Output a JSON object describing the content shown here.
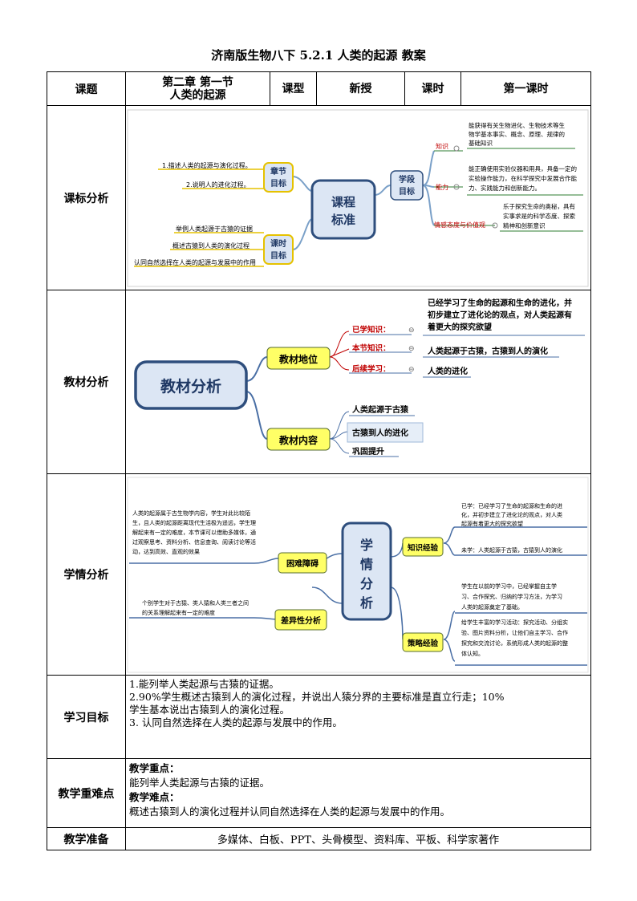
{
  "doc_title": "济南版生物八下  5.2.1  人类的起源  教案",
  "header": {
    "topic_label": "课题",
    "topic_value_line1": "第二章 第一节",
    "topic_value_line2": "人类的起源",
    "type_label": "课型",
    "type_value": "新授",
    "period_label": "课时",
    "period_value": "第一课时"
  },
  "curriculum": {
    "row_label": "课标分析",
    "center": [
      "课程",
      "标准"
    ],
    "chapter_goal": [
      "章节",
      "目标"
    ],
    "lesson_goal": [
      "课时",
      "目标"
    ],
    "stage_goal": [
      "学段",
      "目标"
    ],
    "chapter_items": [
      "1.描述人类的起源与演化过程。",
      "2.说明人的进化过程。"
    ],
    "lesson_items": [
      "举例人类起源于古猿的证据",
      "概述古猿到人类的演化过程",
      "认同自然选择在人类的起源与发展中的作用"
    ],
    "knowledge": "知识",
    "knowledge_text": [
      "能获得有关生物进化、生物技术等生",
      "物学基本事实、概念、原理、规律的",
      "基础知识"
    ],
    "ability": "能力",
    "ability_text": [
      "能正确使用实验仪器和用具，具备一定的",
      "实验操作能力，在科学探究中发展合作能",
      "力、实践能力和创新能力。"
    ],
    "attitude": "情感态度与价值观",
    "attitude_text": [
      "乐于探究生命的奥秘，具有",
      "实事求是的科学态度、探索",
      "精神和创新意识"
    ]
  },
  "textbook": {
    "row_label": "教材分析",
    "center": "教材分析",
    "position": "教材地位",
    "content": "教材内容",
    "learned_label": "已学知识：",
    "learned_text": [
      "已经学习了生命的起源和生命的进化，并",
      "初步建立了进化论的观点，对人类起源有",
      "着更大的探究欲望"
    ],
    "current_label": "本节知识：",
    "current_text": "人类起源于古猿，古猿到人的演化",
    "next_label": "后续学习：",
    "next_text": "人类的进化",
    "content_items": [
      "人类起源于古猿",
      "古猿到人的进化",
      "巩固提升"
    ]
  },
  "students": {
    "row_label": "学情分析",
    "center": [
      "学",
      "情",
      "分",
      "析"
    ],
    "difficulty": "困难障碍",
    "difference": "差异性分析",
    "knowledge_exp": "知识经验",
    "strategy_exp": "策略经验",
    "difficulty_text": [
      "人类的起源属于古生物学内容，学生对此比较陌",
      "生，且人类的起源距离现代生活极为遥远，学生理",
      "解起来有一定的难度，本节课可以借助多媒体，通",
      "过观察思考、资料分析、信息查询、阅读讨论等活",
      "动，达到高效、直观的效果"
    ],
    "difference_text": [
      "个别学生对于古猿、类人猿和人类三者之间",
      "的关系理解起来有一定的难度"
    ],
    "knowledge_text1": [
      "已学：已经学习了生命的起源和生命的进",
      "化，并初步建立了进化论的观点，对人类",
      "起源有着更大的探究欲望"
    ],
    "knowledge_text2": "未学：人类起源于古猿，古猿到人的演化",
    "strategy_text1": [
      "学生在以前的学习中，已经掌握自主学",
      "习、合作探究、归纳的学习方法，为学习",
      "人类的起源奠定了基础。"
    ],
    "strategy_text2": [
      "给学生丰富的学习活动：探究活动、分组实",
      "验、图片资料分析，让他们自主学习、合作",
      "探究和交流讨论，系统形成人类的起源的整",
      "体认知。"
    ]
  },
  "objectives": {
    "row_label": "学习目标",
    "lines": [
      "1.能列举人类起源与古猿的证据。",
      "2.90%学生概述古猿到人的演化过程，并说出人猿分界的主要标准是直立行走；10%",
      "学生基本说出古猿到人的演化过程。",
      "3. 认同自然选择在人类的起源与发展中的作用。"
    ]
  },
  "key_points": {
    "row_label": "教学重难点",
    "focus_label": "教学重点：",
    "focus_text": "能列举人类起源与古猿的证据。",
    "difficult_label": "教学难点：",
    "difficult_text": "概述古猿到人的演化过程并认同自然选择在人类的起源与发展中的作用。"
  },
  "preparation": {
    "row_label": "教学准备",
    "text": "多媒体、白板、PPT、头骨模型、资料库、平板、科学家著作"
  },
  "colors": {
    "node_blue": "#dce6f4",
    "node_yellow": "#ffff66",
    "node_border": "#2e4e7d",
    "branch_red": "#c00000",
    "branch_green": "#2e7d32"
  }
}
